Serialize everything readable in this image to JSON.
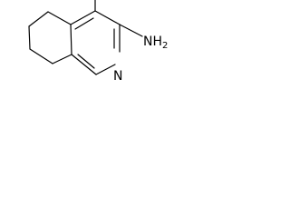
{
  "molecule": {
    "atoms": {
      "ring_nitrogen": "N",
      "amine": "NH2",
      "amine_main": "NH",
      "amine_subscript": "2"
    }
  }
}
